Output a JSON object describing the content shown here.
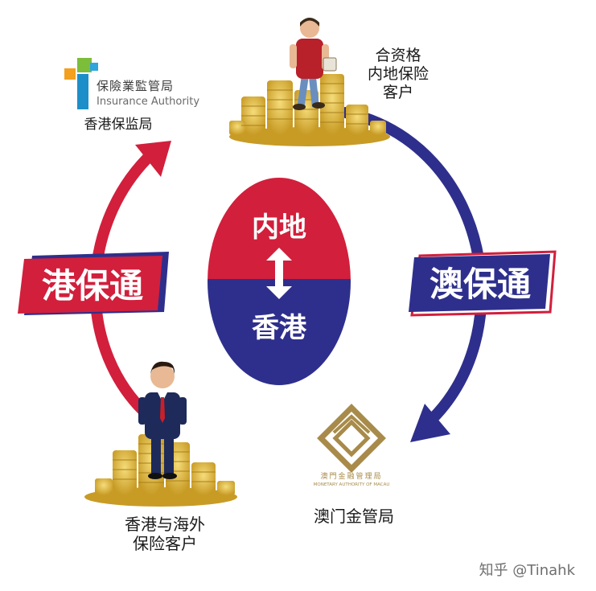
{
  "center": {
    "top_label": "内地",
    "bottom_label": "香港"
  },
  "left_bridge": {
    "label": "港保通"
  },
  "right_bridge": {
    "label": "澳保通"
  },
  "hk_regulator": {
    "logo_text_cn": "保險業監管局",
    "logo_text_en": "Insurance Authority",
    "caption": "香港保监局"
  },
  "macau_regulator": {
    "logo_text_cn": "澳門金融管理局",
    "logo_text_en": "MONETARY AUTHORITY OF MACAU",
    "caption": "澳门金管局"
  },
  "mainland_clients": {
    "line1": "合资格",
    "line2": "内地保险",
    "line3": "客户"
  },
  "hk_clients": {
    "line1": "香港与海外",
    "line2": "保险客户"
  },
  "watermark": "知乎 @Tinahk",
  "colors": {
    "red": "#d21f3c",
    "navy": "#2e2f8c",
    "gold": "#d9b23a",
    "gold_dark": "#b08a1e",
    "macau_gold": "#a88b4a"
  }
}
